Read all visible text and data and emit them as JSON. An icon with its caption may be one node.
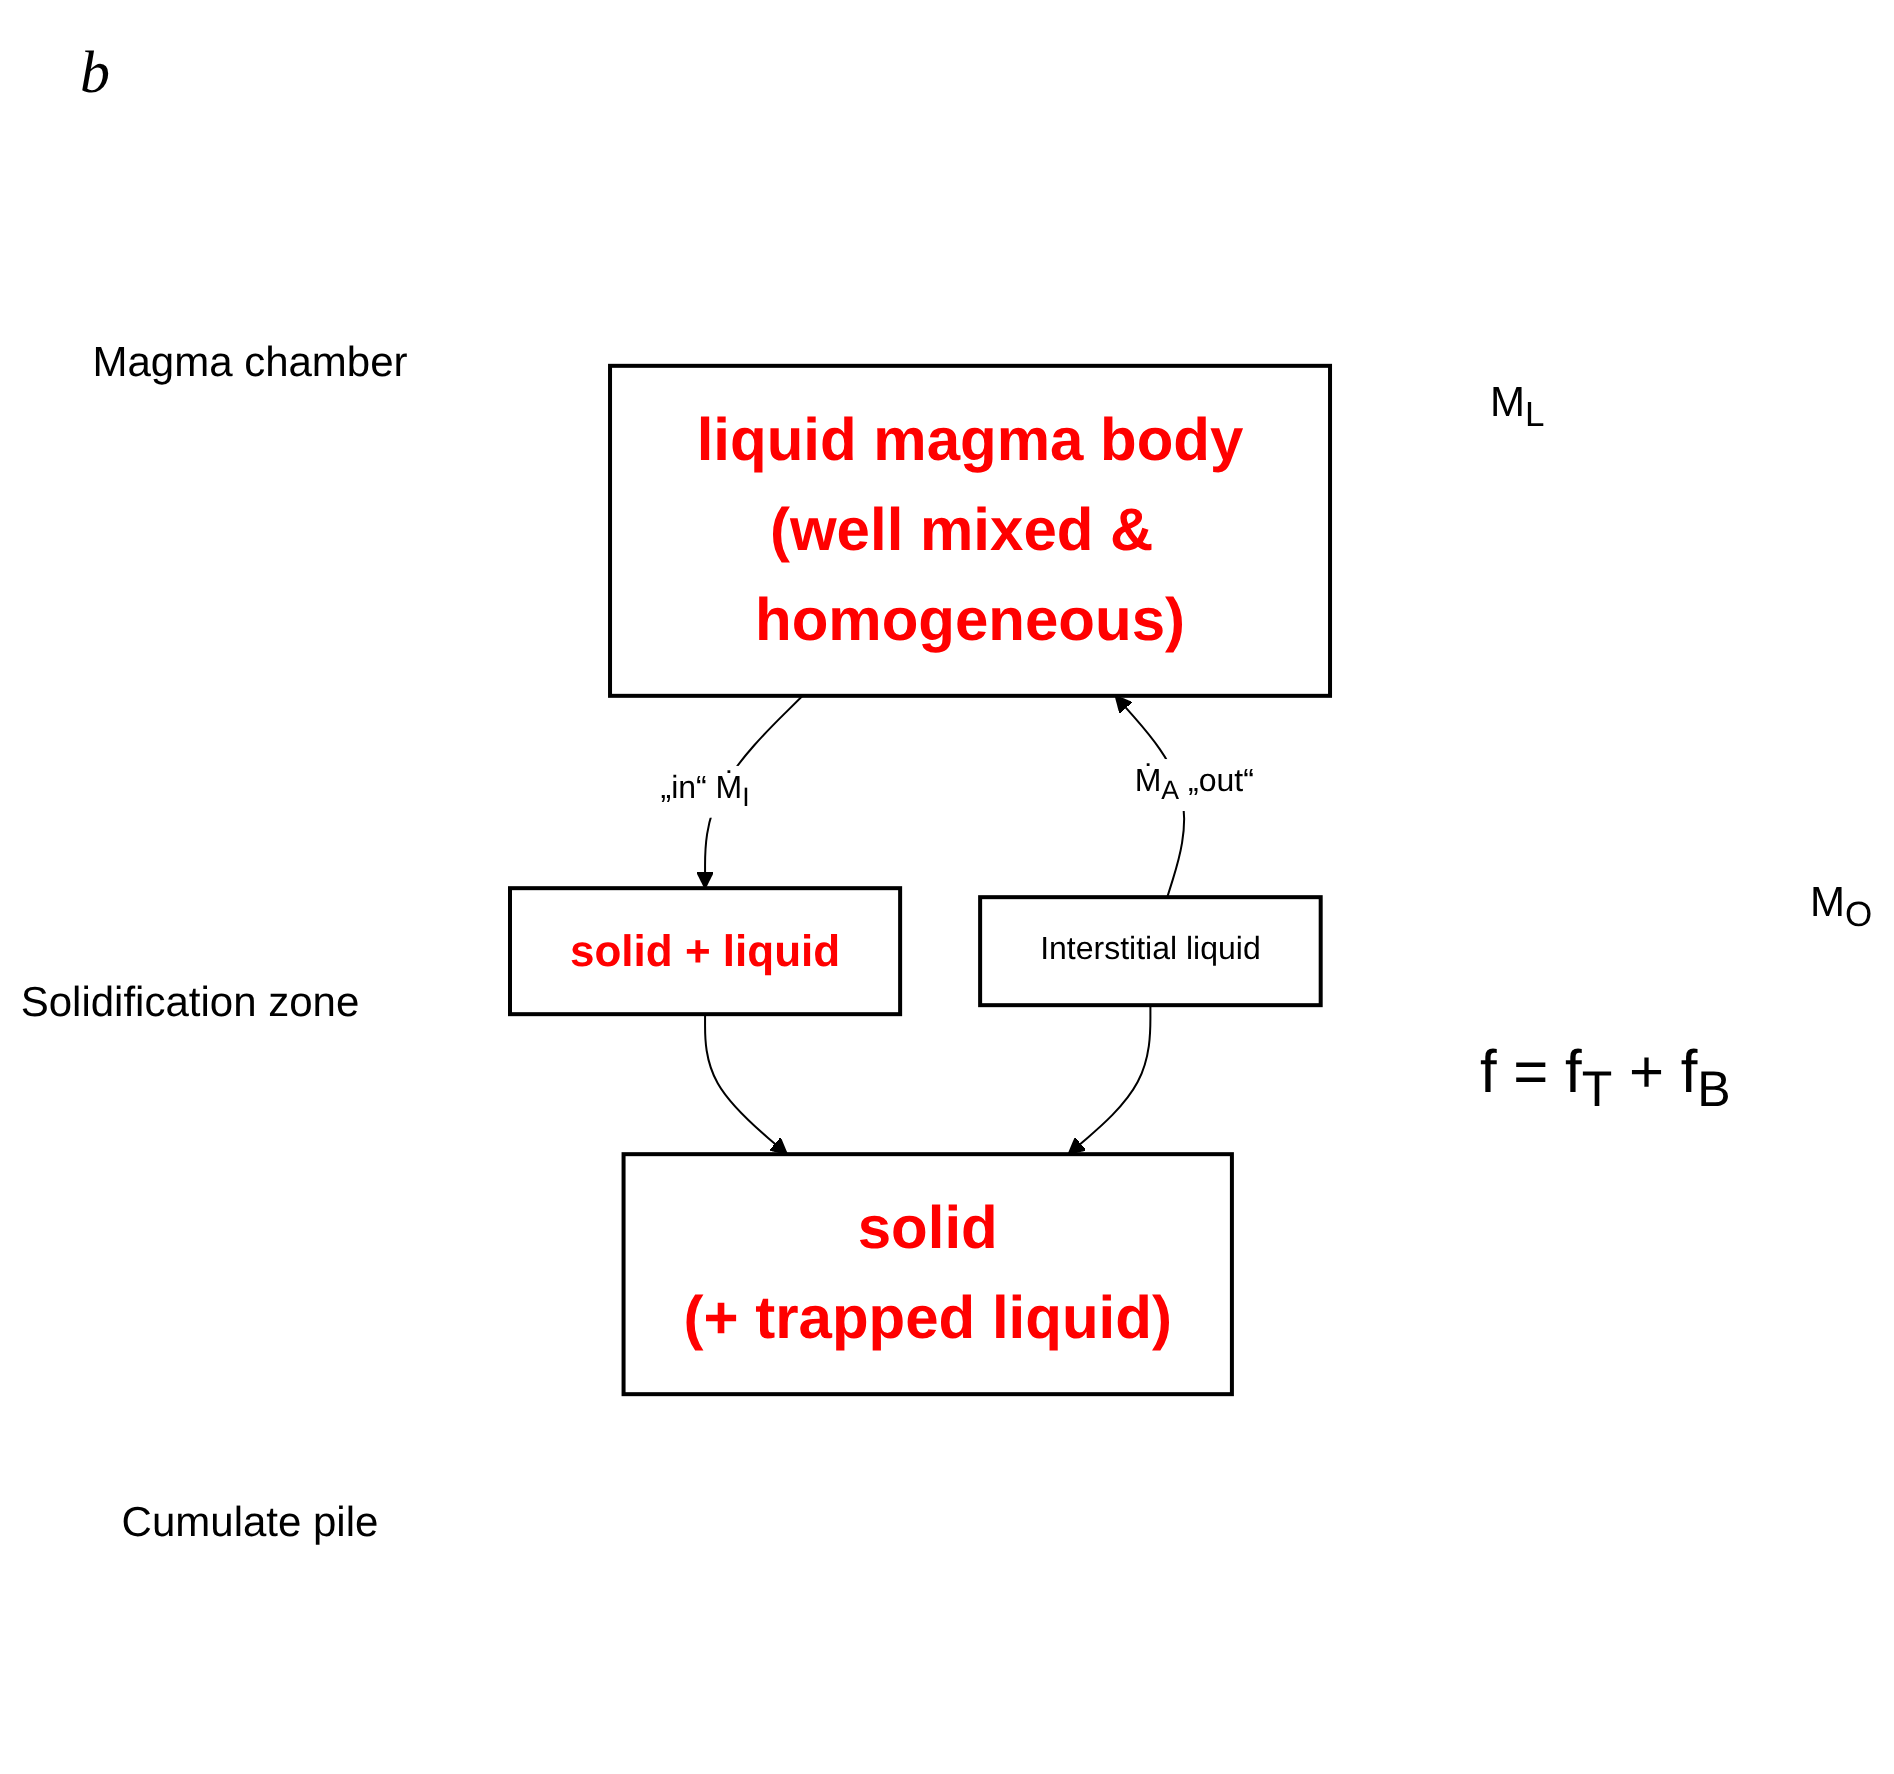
{
  "diagram": {
    "nodes": [
      {
        "text": [
          "liquid magma body",
          "(well mixed & homogeneous)"
        ]
      },
      {
        "text": [
          "solid + liquid"
        ]
      },
      {
        "text": [
          "Interstitial liquid"
        ]
      },
      {
        "text": [
          "solid",
          "(+ trapped liquid)"
        ]
      }
    ],
    "edges": [
      {
        "from": 0,
        "to": 1,
        "arrow": "to",
        "label": "„in“ Ṁ$_{I}$"
      },
      {
        "from": 2,
        "to": 0,
        "arrow": "to",
        "label": "Ṁ$_{A}$ „out“"
      },
      {
        "from": 1,
        "to": 3,
        "arrow": "to"
      },
      {
        "from": 2,
        "to": 3,
        "arrow": "to"
      }
    ],
    "labels": [
      "b",
      "Magma chamber",
      "M$_{L}$",
      "M$_{O}$",
      "Solidification zone",
      "f = f$_{T}$ + f$_{B}$",
      "Cumulate pile"
    ]
  }
}
